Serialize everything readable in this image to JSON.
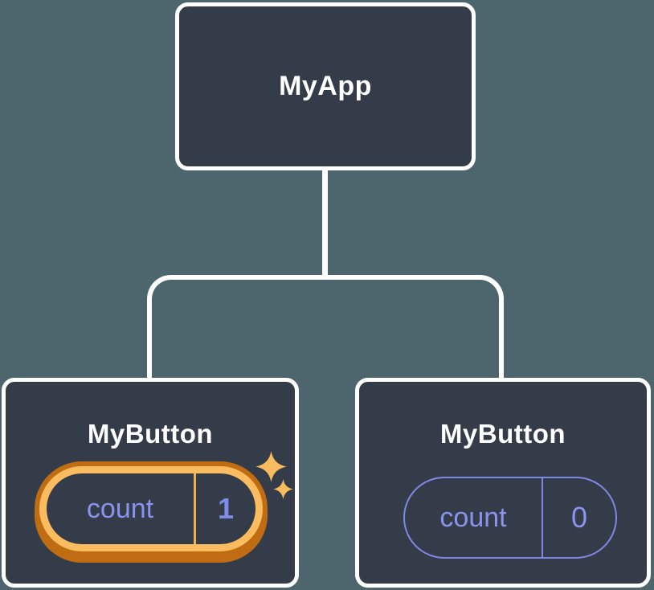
{
  "palette": {
    "background": "#4D666D",
    "node_fill": "#343B49",
    "node_border": "#FFFFFF",
    "connector": "#FFFFFF",
    "label_text": "#FFFFFF",
    "state_text": "#8A93EE",
    "state_value_highlight": "#7E8BE8",
    "state_pill_border": "#8088E6",
    "highlight_ring_gold": "#FBBB5F",
    "highlight_ring_orange": "#C06C12",
    "sparkle_gold": "#F8BC5F"
  },
  "tree": {
    "root": {
      "label": "MyApp"
    },
    "children": [
      {
        "label": "MyButton",
        "state": {
          "key": "count",
          "value": "1"
        },
        "highlighted": true
      },
      {
        "label": "MyButton",
        "state": {
          "key": "count",
          "value": "0"
        },
        "highlighted": false
      }
    ]
  }
}
